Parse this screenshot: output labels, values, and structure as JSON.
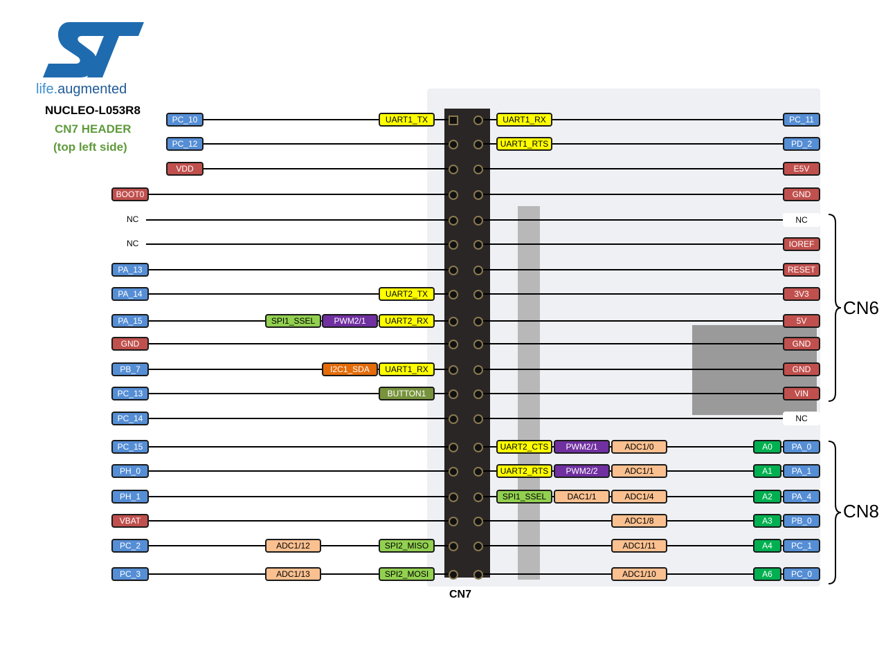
{
  "logo": {
    "brand": "ST",
    "tagline_a": "life.",
    "tagline_b": "augmented"
  },
  "title": {
    "board": "NUCLEO-L053R8",
    "header": "CN7 HEADER",
    "side": "(top left side)"
  },
  "connector_label": "CN7",
  "groups": [
    {
      "label": "CN6"
    },
    {
      "label": "CN8"
    }
  ],
  "colors": {
    "pin": "#558ed5",
    "power": "#c0504d",
    "uart": "#ffff00",
    "spi": "#92d050",
    "pwm": "#7030a0",
    "i2c": "#e46c0a",
    "button": "#77933c",
    "adc": "#fac090",
    "arduino": "#00b050",
    "nc": "#ffffff"
  },
  "rows": [
    {
      "left_pin": {
        "text": "PC_10",
        "type": "pin"
      },
      "left_funcs": [
        {
          "text": "UART1_TX",
          "type": "uart"
        }
      ],
      "right_funcs": [
        {
          "text": "UART1_RX",
          "type": "uart"
        }
      ],
      "right_pin": {
        "text": "PC_11",
        "type": "pin"
      }
    },
    {
      "left_pin": {
        "text": "PC_12",
        "type": "pin"
      },
      "left_funcs": [],
      "right_funcs": [
        {
          "text": "UART1_RTS",
          "type": "uart"
        }
      ],
      "right_pin": {
        "text": "PD_2",
        "type": "pin"
      }
    },
    {
      "left_pin": {
        "text": "VDD",
        "type": "power"
      },
      "left_funcs": [],
      "right_funcs": [],
      "right_pin": {
        "text": "E5V",
        "type": "power"
      }
    },
    {
      "left_pin": {
        "text": "BOOT0",
        "type": "power"
      },
      "left_funcs": [],
      "right_funcs": [],
      "right_pin": {
        "text": "GND",
        "type": "power"
      }
    },
    {
      "left_pin": {
        "text": "NC",
        "type": "nc"
      },
      "left_funcs": [],
      "right_funcs": [],
      "right_pin": {
        "text": "NC",
        "type": "nc"
      }
    },
    {
      "left_pin": {
        "text": "NC",
        "type": "nc"
      },
      "left_funcs": [],
      "right_funcs": [],
      "right_pin": {
        "text": "IOREF",
        "type": "power"
      }
    },
    {
      "left_pin": {
        "text": "PA_13",
        "type": "pin"
      },
      "left_funcs": [],
      "right_funcs": [],
      "right_pin": {
        "text": "RESET",
        "type": "power"
      }
    },
    {
      "left_pin": {
        "text": "PA_14",
        "type": "pin"
      },
      "left_funcs": [
        {
          "text": "UART2_TX",
          "type": "uart"
        }
      ],
      "right_funcs": [],
      "right_pin": {
        "text": "3V3",
        "type": "power"
      }
    },
    {
      "left_pin": {
        "text": "PA_15",
        "type": "pin"
      },
      "left_funcs": [
        {
          "text": "UART2_RX",
          "type": "uart"
        },
        {
          "text": "PWM2/1",
          "type": "pwm"
        },
        {
          "text": "SPI1_SSEL",
          "type": "spi"
        }
      ],
      "right_funcs": [],
      "right_pin": {
        "text": "5V",
        "type": "power"
      }
    },
    {
      "left_pin": {
        "text": "GND",
        "type": "power"
      },
      "left_funcs": [],
      "right_funcs": [],
      "right_pin": {
        "text": "GND",
        "type": "power"
      }
    },
    {
      "left_pin": {
        "text": "PB_7",
        "type": "pin"
      },
      "left_funcs": [
        {
          "text": "UART1_RX",
          "type": "uart"
        },
        {
          "text": "I2C1_SDA",
          "type": "i2c"
        }
      ],
      "right_funcs": [],
      "right_pin": {
        "text": "GND",
        "type": "power"
      }
    },
    {
      "left_pin": {
        "text": "PC_13",
        "type": "pin"
      },
      "left_funcs": [
        {
          "text": "BUTTON1",
          "type": "button"
        }
      ],
      "right_funcs": [],
      "right_pin": {
        "text": "VIN",
        "type": "power"
      }
    },
    {
      "left_pin": {
        "text": "PC_14",
        "type": "pin"
      },
      "left_funcs": [],
      "right_funcs": [],
      "right_pin": {
        "text": "NC",
        "type": "nc"
      }
    },
    {
      "left_pin": {
        "text": "PC_15",
        "type": "pin"
      },
      "left_funcs": [],
      "right_funcs": [
        {
          "text": "UART2_CTS",
          "type": "uart"
        },
        {
          "text": "PWM2/1",
          "type": "pwm"
        },
        {
          "text": "ADC1/0",
          "type": "adc"
        }
      ],
      "arduino": "A0",
      "right_pin": {
        "text": "PA_0",
        "type": "pin"
      }
    },
    {
      "left_pin": {
        "text": "PH_0",
        "type": "pin"
      },
      "left_funcs": [],
      "right_funcs": [
        {
          "text": "UART2_RTS",
          "type": "uart"
        },
        {
          "text": "PWM2/2",
          "type": "pwm"
        },
        {
          "text": "ADC1/1",
          "type": "adc"
        }
      ],
      "arduino": "A1",
      "right_pin": {
        "text": "PA_1",
        "type": "pin"
      }
    },
    {
      "left_pin": {
        "text": "PH_1",
        "type": "pin"
      },
      "left_funcs": [],
      "right_funcs": [
        {
          "text": "SPI1_SSEL",
          "type": "spi"
        },
        {
          "text": "DAC1/1",
          "type": "adc"
        },
        {
          "text": "ADC1/4",
          "type": "adc"
        }
      ],
      "arduino": "A2",
      "right_pin": {
        "text": "PA_4",
        "type": "pin"
      }
    },
    {
      "left_pin": {
        "text": "VBAT",
        "type": "power"
      },
      "left_funcs": [],
      "right_funcs": [
        {
          "text": "ADC1/8",
          "type": "adc"
        }
      ],
      "arduino": "A3",
      "right_pin": {
        "text": "PB_0",
        "type": "pin"
      }
    },
    {
      "left_pin": {
        "text": "PC_2",
        "type": "pin"
      },
      "left_funcs": [
        {
          "text": "SPI2_MISO",
          "type": "spi"
        },
        {
          "text": "ADC1/12",
          "type": "adc"
        }
      ],
      "right_funcs": [
        {
          "text": "ADC1/11",
          "type": "adc"
        }
      ],
      "arduino": "A4",
      "right_pin": {
        "text": "PC_1",
        "type": "pin"
      }
    },
    {
      "left_pin": {
        "text": "PC_3",
        "type": "pin"
      },
      "left_funcs": [
        {
          "text": "SPI2_MOSI",
          "type": "spi"
        },
        {
          "text": "ADC1/13",
          "type": "adc"
        }
      ],
      "right_funcs": [
        {
          "text": "ADC1/10",
          "type": "adc"
        }
      ],
      "arduino": "A6",
      "right_pin": {
        "text": "PC_0",
        "type": "pin"
      }
    }
  ]
}
